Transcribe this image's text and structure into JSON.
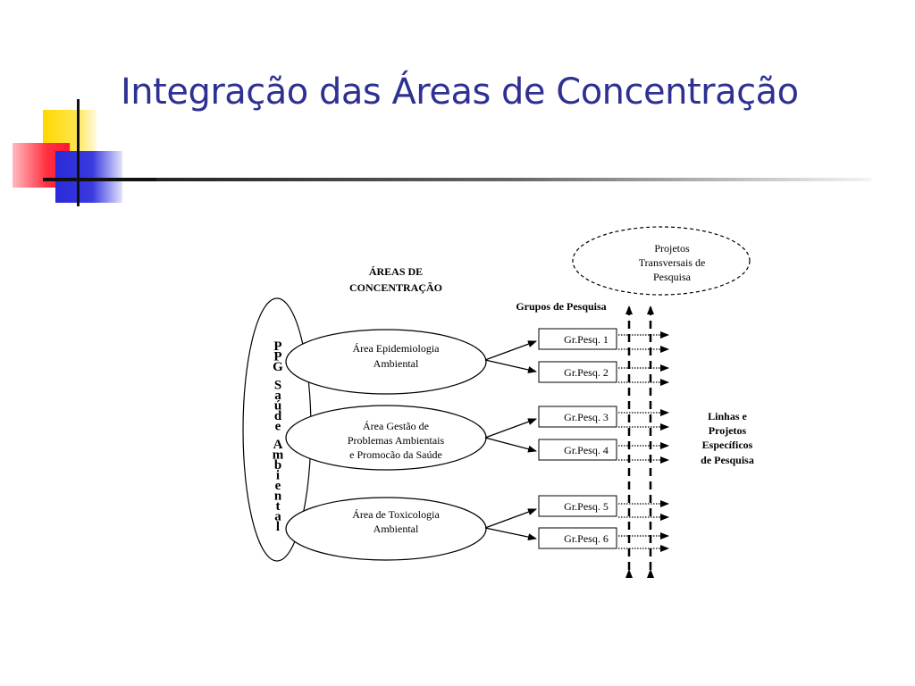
{
  "slide": {
    "title": "Integração das Áreas de Concentração"
  },
  "diagram": {
    "areas_heading_line1": "ÁREAS DE",
    "areas_heading_line2": "CONCENTRAÇÃO",
    "program_label": "PPG Saúde Ambiental",
    "groups_heading": "Grupos de Pesquisa",
    "transversal_projects": [
      "Projetos",
      "Transversais de",
      "Pesquisa"
    ],
    "lines_label": [
      "Linhas e",
      "Projetos",
      "Específicos",
      "de Pesquisa"
    ],
    "areas": [
      {
        "lines": [
          "Área Epidemiologia",
          "Ambiental"
        ]
      },
      {
        "lines": [
          "Área Gestão de",
          "Problemas Ambientais",
          "e Promocão da  Saúde"
        ]
      },
      {
        "lines": [
          "Área de Toxicologia",
          "Ambiental"
        ]
      }
    ],
    "groups": [
      "Gr.Pesq. 1",
      "Gr.Pesq. 2",
      "Gr.Pesq. 3",
      "Gr.Pesq. 4",
      "Gr.Pesq. 5",
      "Gr.Pesq. 6"
    ]
  }
}
